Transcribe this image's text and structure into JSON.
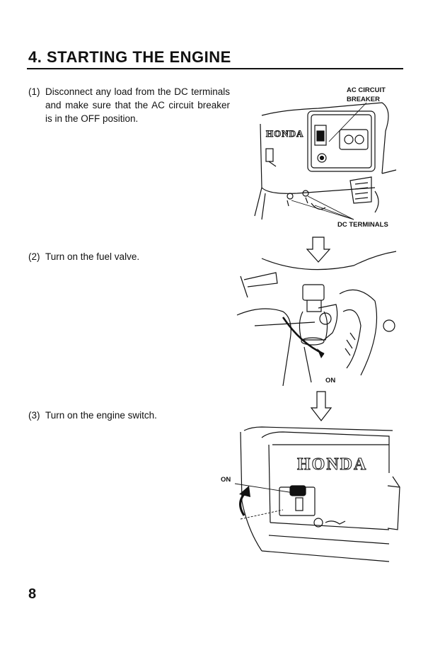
{
  "section": {
    "title": "4. STARTING THE ENGINE"
  },
  "steps": [
    {
      "number": "(1)",
      "text": "Disconnect any load from the DC terminals and make sure that the AC circuit breaker is in the OFF position."
    },
    {
      "number": "(2)",
      "text": "Turn on the fuel valve."
    },
    {
      "number": "(3)",
      "text": "Turn on the engine switch."
    }
  ],
  "figures": {
    "control_panel": {
      "label_ac_line1": "AC CIRCUIT",
      "label_ac_line2": "BREAKER",
      "label_dc": "DC TERMINALS",
      "logo": "HONDA"
    },
    "fuel_valve": {
      "label_on": "ON"
    },
    "engine_switch": {
      "label_on": "ON",
      "logo": "HONDA"
    }
  },
  "page_number": "8"
}
